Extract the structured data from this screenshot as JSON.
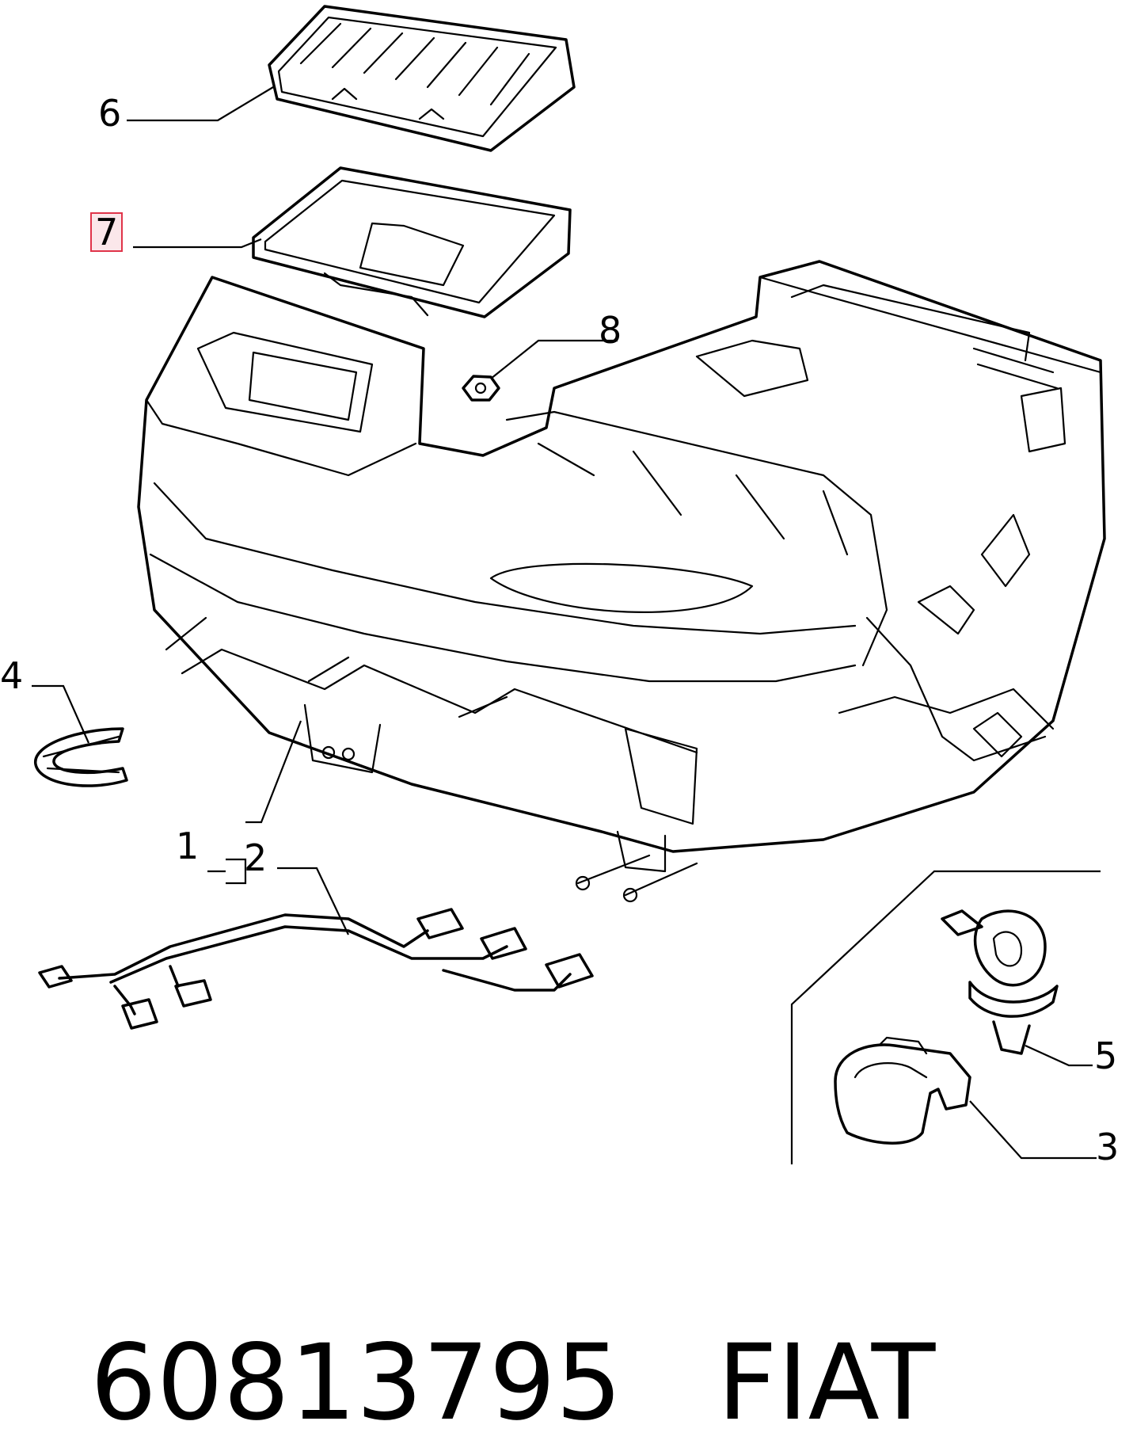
{
  "callouts": {
    "c1": "1",
    "c2": "2",
    "c3": "3",
    "c4": "4",
    "c5": "5",
    "c6": "6",
    "c7": "7",
    "c8": "8"
  },
  "highlight": {
    "callout": "7",
    "color": "#e0344a"
  },
  "caption": {
    "part_number": "60813795",
    "brand": "FIAT"
  }
}
